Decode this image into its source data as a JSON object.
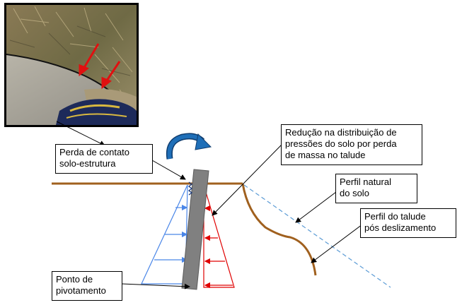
{
  "photo": {
    "alt_description_icon": "field-photo-icon"
  },
  "labels": {
    "contact_loss": "Perda de contato\nsolo-estrutura",
    "pressure_reduction": "Redução na distribuição de\npressões do solo por perda\nde massa no talude",
    "natural_profile": "Perfil natural\ndo solo",
    "slope_profile": "Perfil do talude\npós deslizamento",
    "pivot_point": "Ponto de\npivotamento"
  },
  "colors": {
    "ground": "#a0601e",
    "wall": "#7f7f7f",
    "passive_pressure": "#4a86e8",
    "active_pressure": "#e00000",
    "rotation_arrow": "#1f6fb8",
    "dashed_profile": "#5b9bd5"
  }
}
